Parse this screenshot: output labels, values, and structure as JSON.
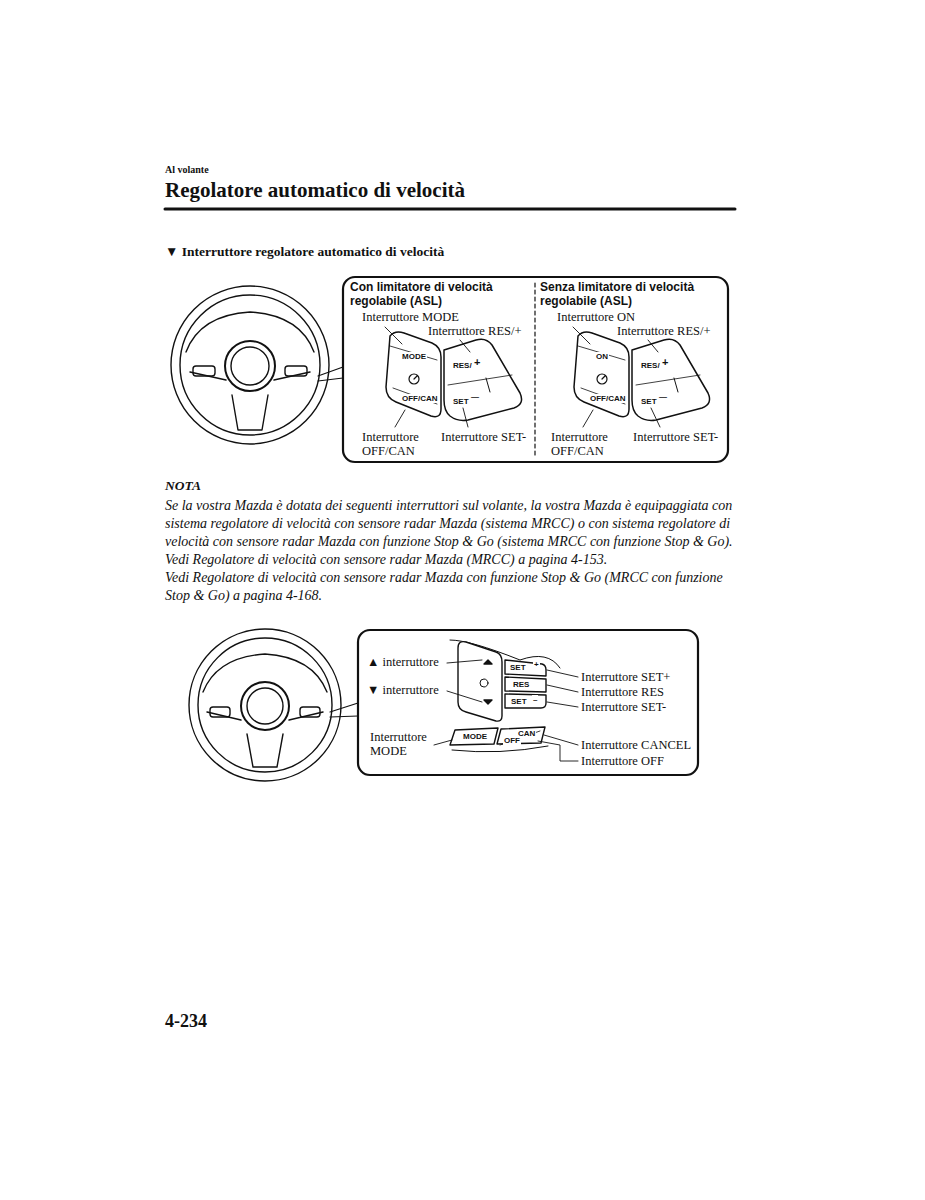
{
  "diagram": {
    "title": "Regolatore automatico di velocità",
    "nodes": [
      {
        "text": [
          "Con limitatore di velocità regolabile (ASL)"
        ]
      },
      {
        "text": [
          "Senza limitatore di velocità regolabile (ASL)"
        ]
      }
    ],
    "edges": [],
    "labels": [
      "Al volante",
      "▼ Interruttore regolatore automatico di velocità",
      "Interruttore MODE",
      "Interruttore RES/+",
      "MODE",
      "OFF/CAN",
      "RES/",
      "+",
      "SET",
      "—",
      "Interruttore OFF/CAN",
      "Interruttore SET-",
      "Interruttore ON",
      "Interruttore RES/+",
      "ON",
      "OFF/CAN",
      "RES/",
      "+",
      "SET",
      "—",
      "Interruttore OFF/CAN",
      "Interruttore SET-",
      "NOTA",
      "Se la vostra Mazda è dotata dei seguenti interruttori sul volante, la vostra Mazda è equipaggiata con sistema regolatore di velocità con sensore radar Mazda (sistema MRCC) o con sistema regolatore di velocità con sensore radar Mazda con funzione Stop & Go (sistema MRCC con funzione Stop & Go).",
      "Vedi Regolatore di velocità con sensore radar Mazda (MRCC) a pagina 4-153.",
      "Vedi Regolatore di velocità con sensore radar Mazda con funzione Stop & Go (MRCC con funzione Stop & Go) a pagina 4-168.",
      "▲ interruttore",
      "▼ interruttore",
      "SET",
      "+",
      "RES",
      "SET",
      "–",
      "Interruttore SET+",
      "Interruttore RES",
      "Interruttore SET-",
      "Interruttore MODE",
      "MODE",
      "CAN",
      "OFF",
      "Interruttore CANCEL",
      "Interruttore OFF",
      "4-234"
    ]
  }
}
